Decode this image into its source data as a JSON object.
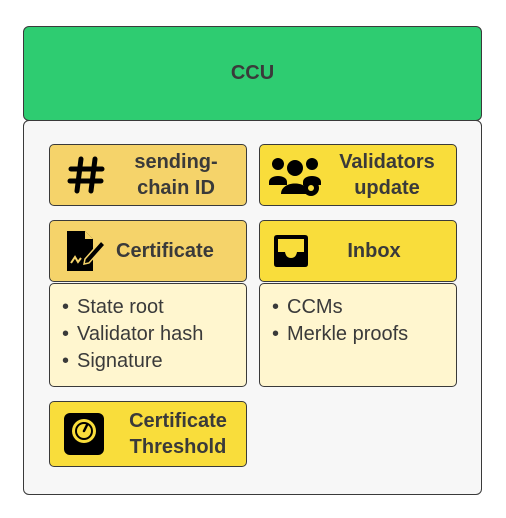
{
  "header": {
    "title": "CCU"
  },
  "cards": {
    "sending_chain_id": {
      "label": "sending-chain ID",
      "icon": "hash-icon"
    },
    "validators_update": {
      "label": "Validators update",
      "icon": "users-gear-icon"
    },
    "certificate": {
      "label": "Certificate",
      "icon": "signed-document-icon"
    },
    "inbox": {
      "label": "Inbox",
      "icon": "inbox-tray-icon"
    },
    "certificate_threshold": {
      "label": "Certificate Threshold",
      "icon": "scale-icon"
    }
  },
  "certificate_items": [
    "State root",
    "Validator hash",
    "Signature"
  ],
  "inbox_items": [
    "CCMs",
    "Merkle proofs"
  ],
  "colors": {
    "header": "#2ecc71",
    "card_bright": "#f9dd3b",
    "card_mid": "#f5d36a",
    "list_bg": "#fff6cf",
    "panel_bg": "#f7f7f7",
    "stroke": "#3a3a3a"
  }
}
